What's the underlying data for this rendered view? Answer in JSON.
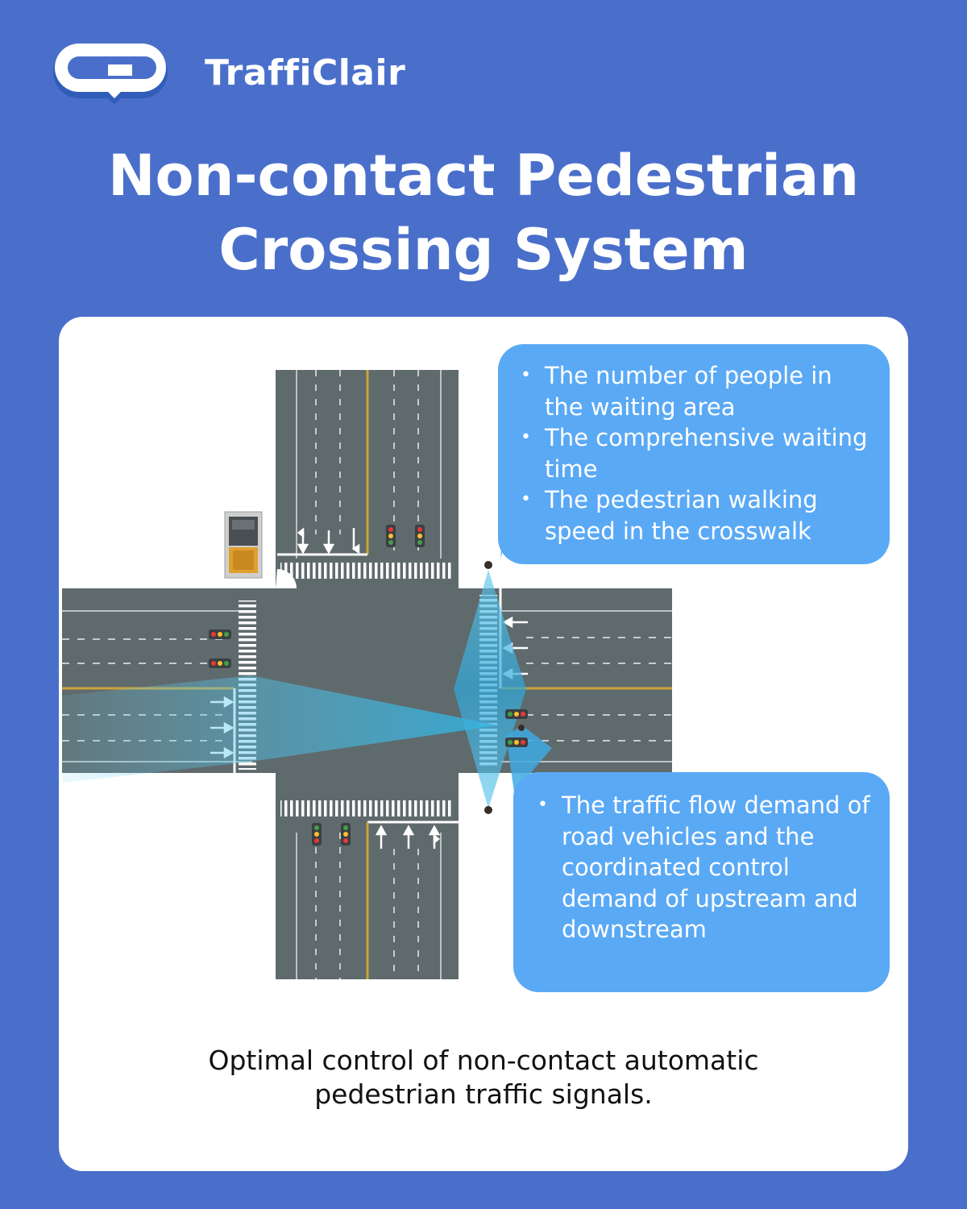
{
  "brand": {
    "name": "TraffiClair",
    "icon": "speech-bubble-logo-icon",
    "color": "#ffffff"
  },
  "title": {
    "line1": "Non-contact Pedestrian",
    "line2": "Crossing System"
  },
  "bubble_top": {
    "items": [
      "The number of people in the waiting area",
      "The comprehensive waiting time",
      "The pedestrian walking speed in the crosswalk"
    ]
  },
  "bubble_bottom": {
    "items": [
      "The traffic flow demand of road vehicles and the coordinated control demand of upstream and downstream"
    ]
  },
  "caption": {
    "line1": "Optimal control of non-contact automatic",
    "line2": "pedestrian traffic signals."
  },
  "colors": {
    "background": "#4a6fcb",
    "card": "#ffffff",
    "bubble": "#5aa9f5",
    "road": "#5f6a6c",
    "center_line": "#c9a43a",
    "sensor_beam": "#3fb0e0"
  },
  "icons": [
    "controller-cabinet-icon",
    "traffic-light-icon",
    "radar-sensor-icon",
    "lane-arrow-icon"
  ]
}
